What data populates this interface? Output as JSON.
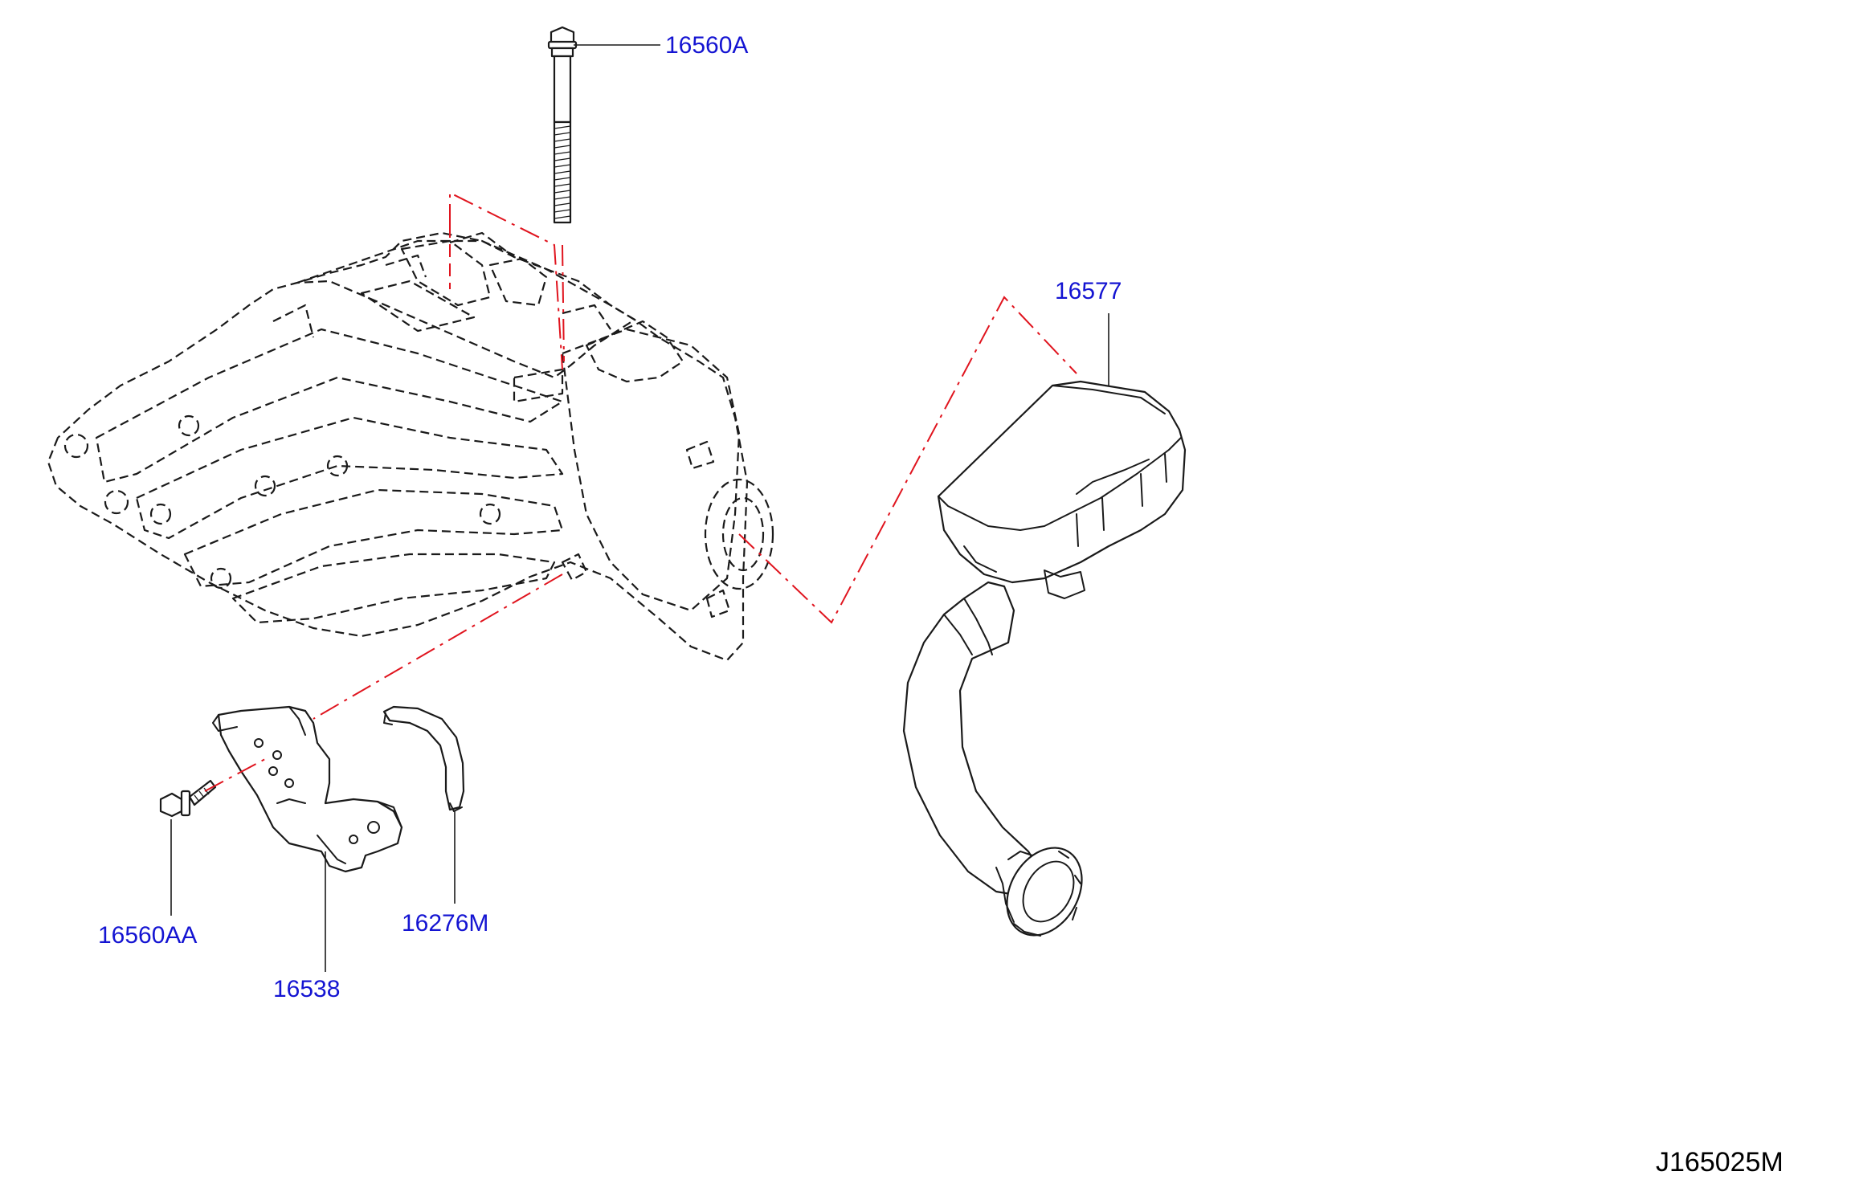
{
  "parts": {
    "p16560A": "16560A",
    "p16577": "16577",
    "p16560AA": "16560AA",
    "p16538": "16538",
    "p16276M": "16276M"
  },
  "diagram_code": "J165025M"
}
